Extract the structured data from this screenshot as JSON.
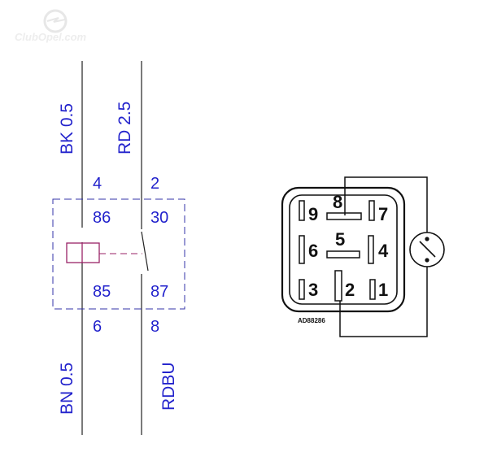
{
  "watermark": {
    "text": "ClubOpel.com"
  },
  "schematic": {
    "wire_top_left": "BK 0.5",
    "wire_top_right": "RD 2.5",
    "wire_bottom_left": "BN 0.5",
    "wire_bottom_right": "RDBU",
    "pin_top_left": "4",
    "pin_top_right": "2",
    "pin_bottom_left": "6",
    "pin_bottom_right": "8",
    "terminal_86": "86",
    "terminal_30": "30",
    "terminal_85": "85",
    "terminal_87": "87"
  },
  "connector": {
    "pins": [
      "9",
      "8",
      "7",
      "6",
      "5",
      "4",
      "3",
      "2",
      "1"
    ],
    "code": "AD88286"
  },
  "colors": {
    "wire_label": "#2222cc",
    "relay_box": "#3333aa",
    "coil": "#992266",
    "line": "#222222"
  }
}
